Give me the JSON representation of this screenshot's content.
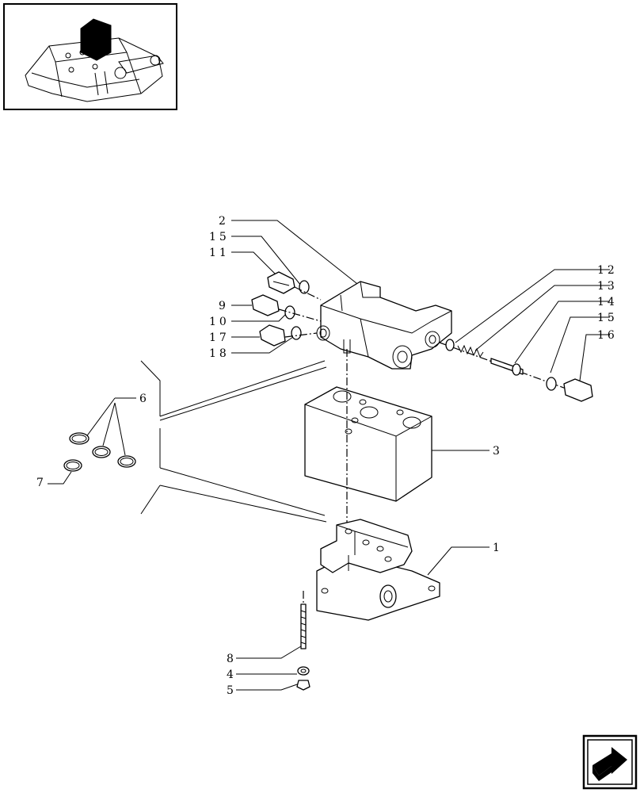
{
  "diagram": {
    "thumbnail_icon": "tractor-lift-cover-icon",
    "nav_icon": "next-page-arrow-icon"
  },
  "callouts": {
    "c1": "1",
    "c2": "2",
    "c3": "3",
    "c4": "4",
    "c5": "5",
    "c6": "6",
    "c7": "7",
    "c8": "8",
    "c9": "9",
    "c10": "10",
    "c11": "11",
    "c12": "12",
    "c13": "13",
    "c14": "14",
    "c15a": "15",
    "c15b": "15",
    "c16": "16",
    "c17": "17",
    "c18": "18"
  }
}
